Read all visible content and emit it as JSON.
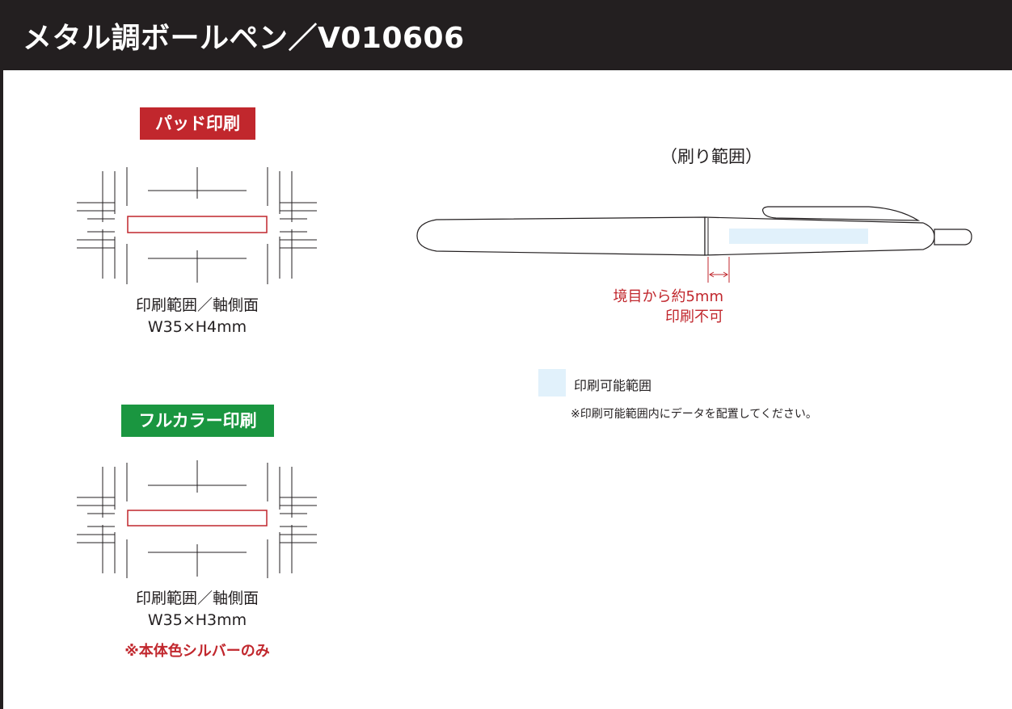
{
  "header": {
    "title": "メタル調ボールペン／V010606"
  },
  "colors": {
    "header_bg": "#231f20",
    "pad_badge": "#c1272d",
    "fullcolor_badge": "#1a9640",
    "accent_red": "#c1272d",
    "print_area": "#e1f1fb"
  },
  "pad_print": {
    "badge_label": "パッド印刷",
    "caption_line1": "印刷範囲／軸側面",
    "caption_line2": "W35×H4mm"
  },
  "fullcolor_print": {
    "badge_label": "フルカラー印刷",
    "caption_line1": "印刷範囲／軸側面",
    "caption_line2": "W35×H3mm",
    "note": "※本体色シルバーのみ"
  },
  "pen_diagram": {
    "title": "（刷り範囲）",
    "margin_note_line1": "境目から約5mm",
    "margin_note_line2": "印刷不可"
  },
  "legend": {
    "label": "印刷可能範囲",
    "note": "※印刷可能範囲内にデータを配置してください。"
  }
}
